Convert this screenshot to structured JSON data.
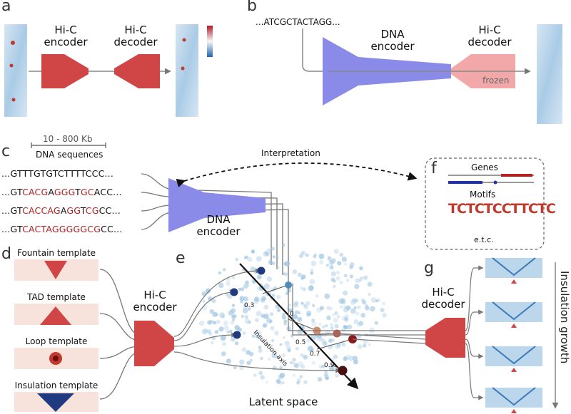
{
  "panels": {
    "a": "a",
    "b": "b",
    "c": "c",
    "d": "d",
    "e": "e",
    "f": "f",
    "g": "g"
  },
  "panel_a": {
    "encoder": "Hi-C encoder",
    "decoder": "Hi-C decoder"
  },
  "panel_b": {
    "sequence": "...ATCGCTACTAGG...",
    "encoder": "DNA encoder",
    "decoder": "Hi-C decoder",
    "frozen": "frozen"
  },
  "panel_c": {
    "scale": "10 - 800 Kb",
    "title": "DNA sequences",
    "interpretation": "Interpretation",
    "encoder": "DNA encoder",
    "sequences": [
      [
        {
          "t": "...GTTTGTGTCTTTTCCC...",
          "r": false
        }
      ],
      [
        {
          "t": "...GT",
          "r": false
        },
        {
          "t": "CACG",
          "r": true
        },
        {
          "t": "A",
          "r": false
        },
        {
          "t": "GGG",
          "r": true
        },
        {
          "t": "T",
          "r": false
        },
        {
          "t": "GC",
          "r": true
        },
        {
          "t": "ACC...",
          "r": false
        }
      ],
      [
        {
          "t": "...GT",
          "r": false
        },
        {
          "t": "CACCAG",
          "r": true
        },
        {
          "t": "A",
          "r": false
        },
        {
          "t": "GG",
          "r": true
        },
        {
          "t": "T",
          "r": false
        },
        {
          "t": "CG",
          "r": true
        },
        {
          "t": "CC...",
          "r": false
        }
      ],
      [
        {
          "t": "...GT",
          "r": false
        },
        {
          "t": "CACTAGGGGGCG",
          "r": true
        },
        {
          "t": "CC...",
          "r": false
        }
      ]
    ]
  },
  "panel_f": {
    "genes": "Genes",
    "motifs": "Motifs",
    "motif_letters": "TCTCTCCTTCTC",
    "etc": "e.t.c."
  },
  "panel_d": {
    "templates": [
      "Fountain template",
      "TAD template",
      "Loop template",
      "Insulation template"
    ],
    "encoder": "Hi-C encoder"
  },
  "panel_e": {
    "axis_label": "Insulation axis",
    "latent": "Latent space",
    "ticks": [
      "0.3",
      "0",
      "0.5",
      "0.7",
      "0.9"
    ]
  },
  "panel_g": {
    "decoder": "Hi-C decoder",
    "growth": "Insulation growth"
  },
  "colors": {
    "hic_encoder": "#d04545",
    "dna_encoder": "#8a8ae8",
    "frozen_decoder": "#f0a0a0",
    "latent_points": "#9ec4e0",
    "dark_point": "#1f3a80"
  }
}
